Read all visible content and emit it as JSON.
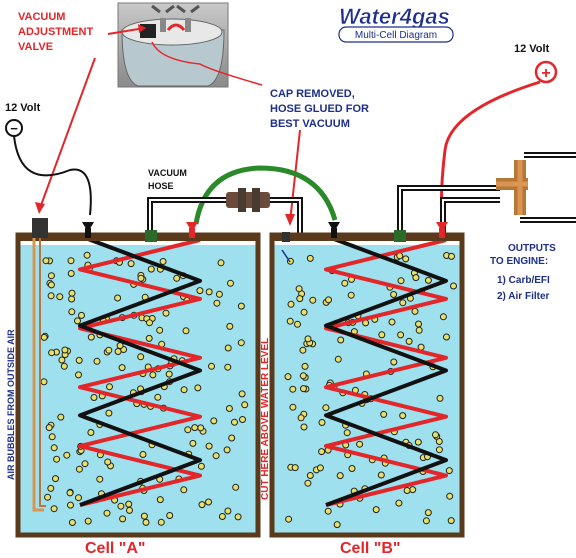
{
  "brand": {
    "logo_text": "Water4gas",
    "subtitle": "Multi-Cell Diagram"
  },
  "labels": {
    "vacuum_valve_line1": "VACUUM",
    "vacuum_valve_line2": "ADJUSTMENT",
    "vacuum_valve_line3": "VALVE",
    "neg_12v": "12 Volt",
    "pos_12v": "12 Volt",
    "neg_symbol": "−",
    "pos_symbol": "+",
    "cap_line1": "CAP REMOVED,",
    "cap_line2": "HOSE GLUED FOR",
    "cap_line3": "BEST VACUUM",
    "vac_hose_line1": "VACUUM",
    "vac_hose_line2": "HOSE",
    "outputs_line1": "OUTPUTS",
    "outputs_line2": "TO ENGINE:",
    "outputs_line3": "1) Carb/EFI",
    "outputs_line4": "2) Air Filter",
    "air_bubbles": "AIR BUBBLES FROM OUTSIDE AIR",
    "cut_here": "CUT HERE ABOVE WATER LEVEL",
    "cell_a": "Cell \"A\"",
    "cell_b": "Cell \"B\""
  },
  "colors": {
    "water": "#9ee0ee",
    "jar_frame": "#5a3a1a",
    "red_label": "#e3262a",
    "blue_label": "#1d2f8a",
    "coil_red": "#e3262a",
    "coil_black": "#111111",
    "hose_green": "#2a8a2a",
    "bubble": "#e7e06a"
  }
}
